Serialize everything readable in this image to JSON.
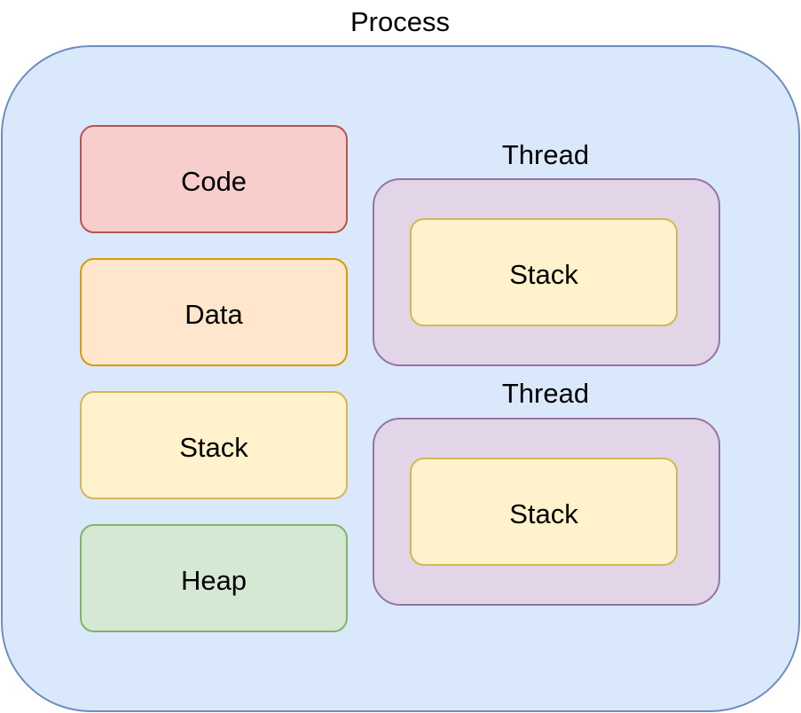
{
  "process": {
    "label": "Process",
    "fill": "#dae8fc",
    "stroke": "#6c8ebf"
  },
  "segments": [
    {
      "label": "Code",
      "fill": "#f8cecc",
      "stroke": "#b85450"
    },
    {
      "label": "Data",
      "fill": "#ffe6cc",
      "stroke": "#d79b00"
    },
    {
      "label": "Stack",
      "fill": "#fff2cc",
      "stroke": "#d6b656"
    },
    {
      "label": "Heap",
      "fill": "#d5e8d4",
      "stroke": "#82b366"
    }
  ],
  "threads": [
    {
      "label": "Thread",
      "fill": "#e1d5e7",
      "stroke": "#9673a6",
      "stack": {
        "label": "Stack",
        "fill": "#fff2cc",
        "stroke": "#d6b656"
      }
    },
    {
      "label": "Thread",
      "fill": "#e1d5e7",
      "stroke": "#9673a6",
      "stack": {
        "label": "Stack",
        "fill": "#fff2cc",
        "stroke": "#d6b656"
      }
    }
  ]
}
